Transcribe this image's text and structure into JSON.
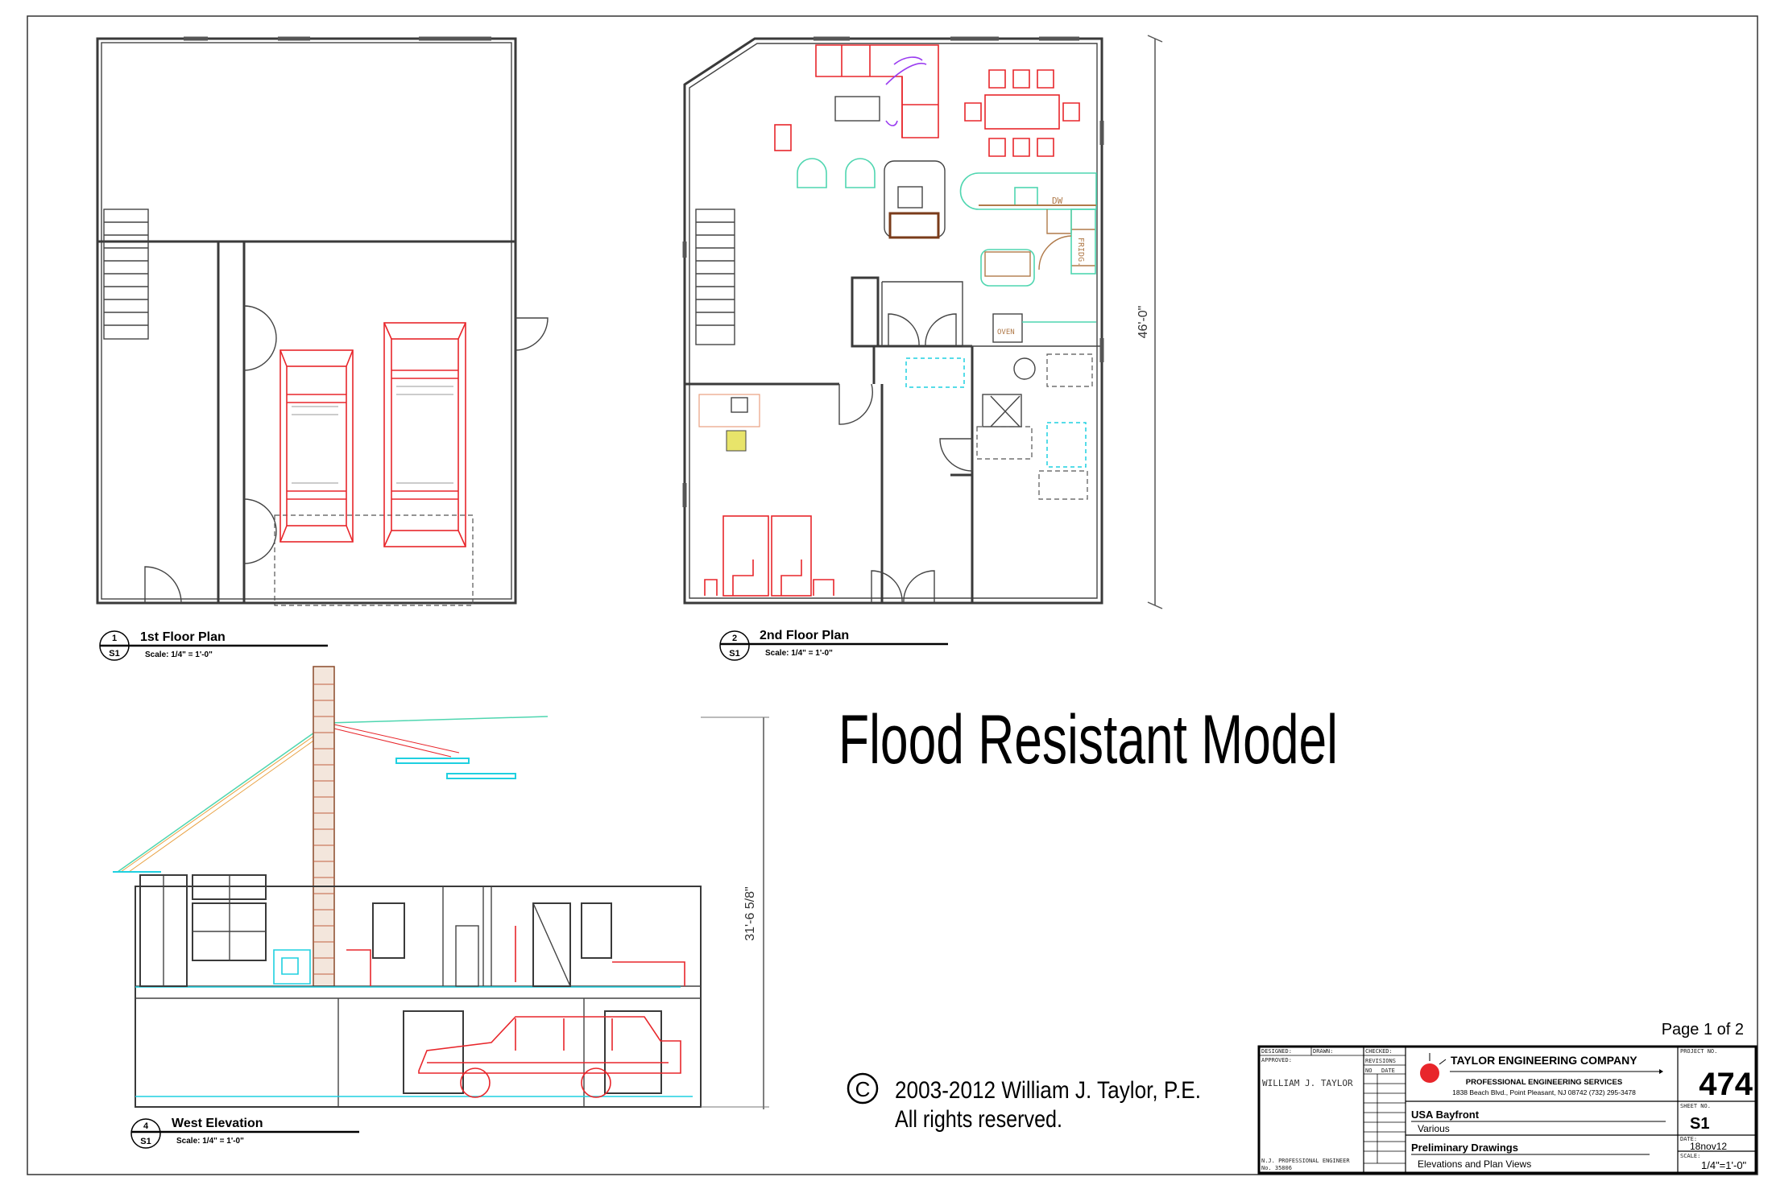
{
  "drawing_title": "Flood Resistant Model",
  "page": "Page 1 of 2",
  "views": [
    {
      "number": "1",
      "sheet": "S1",
      "title": "1st Floor Plan",
      "scale": "Scale: 1/4\" = 1'-0\""
    },
    {
      "number": "2",
      "sheet": "S1",
      "title": "2nd Floor Plan",
      "scale": "Scale: 1/4\" = 1'-0\""
    },
    {
      "number": "4",
      "sheet": "S1",
      "title": "West Elevation",
      "scale": "Scale: 1/4\" = 1'-0\""
    }
  ],
  "dimensions": {
    "plan_height": "46'-0\"",
    "elevation_height": "31'-6 5/8\""
  },
  "plan_labels": {
    "dw": "DW",
    "fridge": "FRIDG.",
    "oven": "OVEN"
  },
  "copyright": {
    "symbol": "©",
    "line1": "2003-2012  William J. Taylor, P.E.",
    "line2": "All rights reserved."
  },
  "title_block": {
    "designed_label": "DESIGNED:",
    "drawn_label": "DRAWN:",
    "checked_label": "CHECKED:",
    "approved_label": "APPROVED:",
    "revisions_label": "REVISIONS",
    "no_label": "NO",
    "date_col_label": "DATE",
    "engineer_name": "WILLIAM J. TAYLOR",
    "license_line1": "N.J. PROFESSIONAL ENGINEER",
    "license_line2": "No. 35806",
    "company": "TAYLOR ENGINEERING COMPANY",
    "services": "PROFESSIONAL ENGINEERING SERVICES",
    "address": "1838 Beach Blvd., Point Pleasant, NJ  08742  (732) 295-3478",
    "project_name": "USA Bayfront",
    "project_sub": "Various",
    "drawing_type": "Preliminary Drawings",
    "drawing_desc": "Elevations and Plan Views",
    "project_no_label": "PROJECT NO.",
    "project_no": "474",
    "sheet_no_label": "SHEET NO.",
    "sheet_no": "S1",
    "date_label": "DATE:",
    "date": "18nov12",
    "scale_label": "SCALE:",
    "scale": "1/4\"=1'-0\"",
    "logo_color": "#e8262b"
  }
}
